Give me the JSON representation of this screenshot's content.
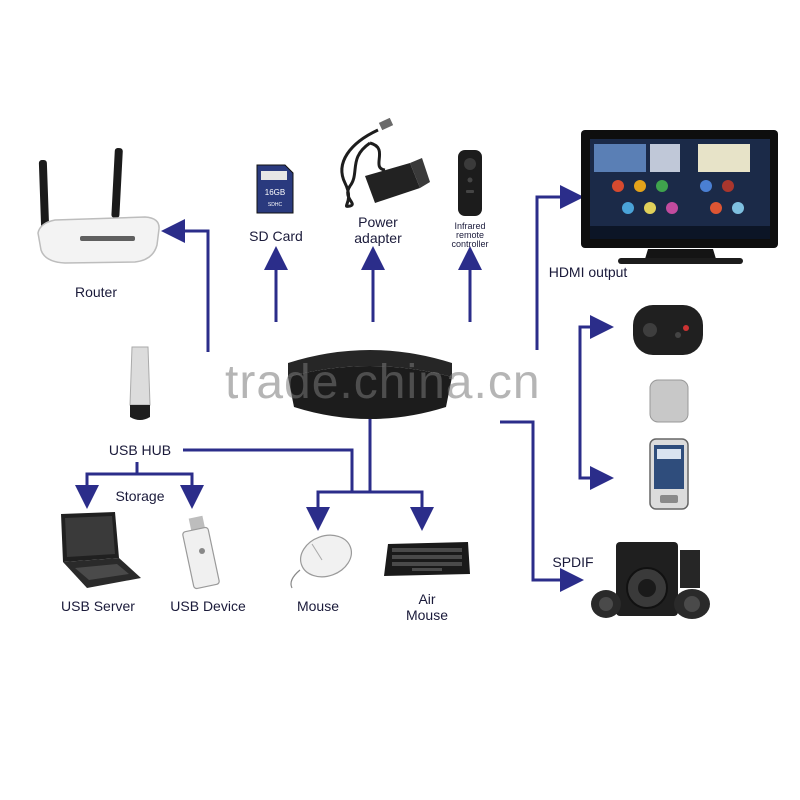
{
  "labels": {
    "router": "Router",
    "sd_card": "SD Card",
    "power_adapter": [
      "Power",
      "adapter"
    ],
    "ir_remote": [
      "Infrared",
      "remote",
      "controller"
    ],
    "hdmi_output": "HDMI output",
    "usb_hub": "USB HUB",
    "storage": "Storage",
    "usb_server": "USB Server",
    "usb_device": "USB Device",
    "mouse": "Mouse",
    "air_mouse": [
      "Air",
      "Mouse"
    ],
    "spdif": "SPDIF"
  },
  "sd_card_text": {
    "capacity": "16GB",
    "brand": "SDHC"
  },
  "watermark": "trade.china.cn",
  "colors": {
    "wire": "#2b2d8a",
    "text": "#1a1a3a",
    "device_dark": "#1c1c1c"
  }
}
